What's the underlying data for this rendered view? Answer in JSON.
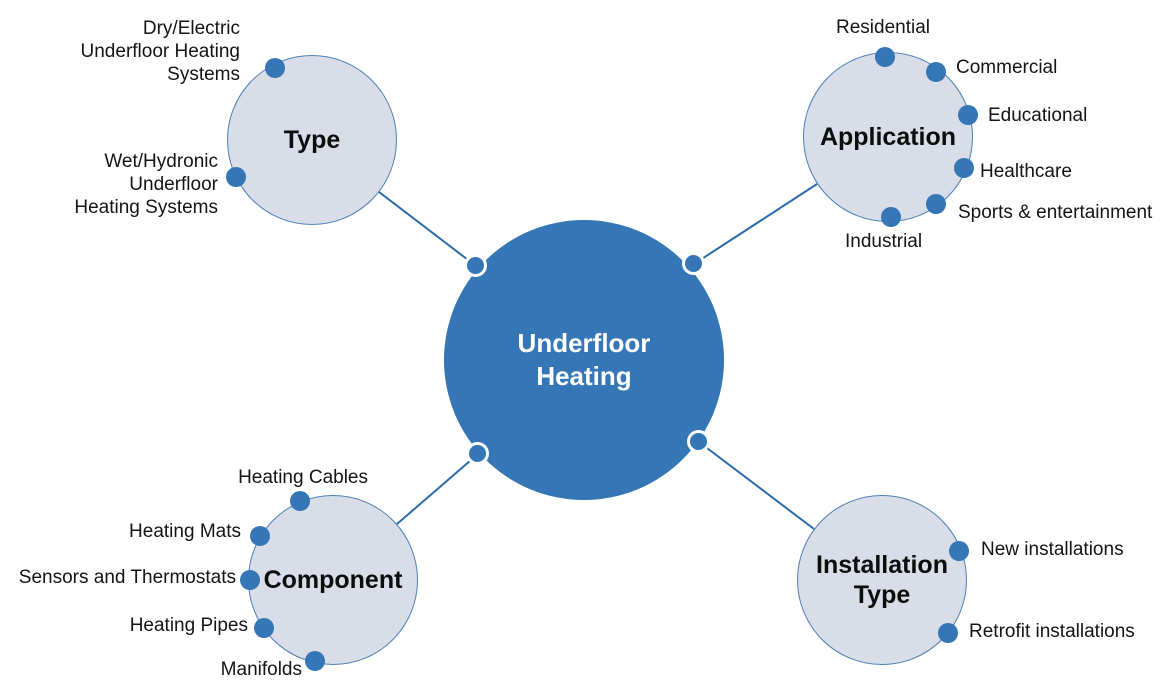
{
  "center": {
    "label": "Underfloor\nHeating"
  },
  "branches": [
    {
      "title": "Type",
      "items": [
        "Dry/Electric\nUnderfloor Heating\nSystems",
        "Wet/Hydronic\nUnderfloor\nHeating Systems"
      ]
    },
    {
      "title": "Application",
      "items": [
        "Residential",
        "Commercial",
        "Educational",
        "Healthcare",
        "Sports & entertainment",
        "Industrial"
      ]
    },
    {
      "title": "Component",
      "items": [
        "Heating Cables",
        "Heating Mats",
        "Sensors and Thermostats",
        "Heating Pipes",
        "Manifolds"
      ]
    },
    {
      "title": "Installation\nType",
      "items": [
        "New installations",
        "Retrofit installations"
      ]
    }
  ],
  "colors": {
    "primary_blue": "#3577b6",
    "node_fill": "#d9dde7",
    "node_border": "#4e80b6",
    "connector_line": "#2b6ba8",
    "text": "#141414"
  }
}
